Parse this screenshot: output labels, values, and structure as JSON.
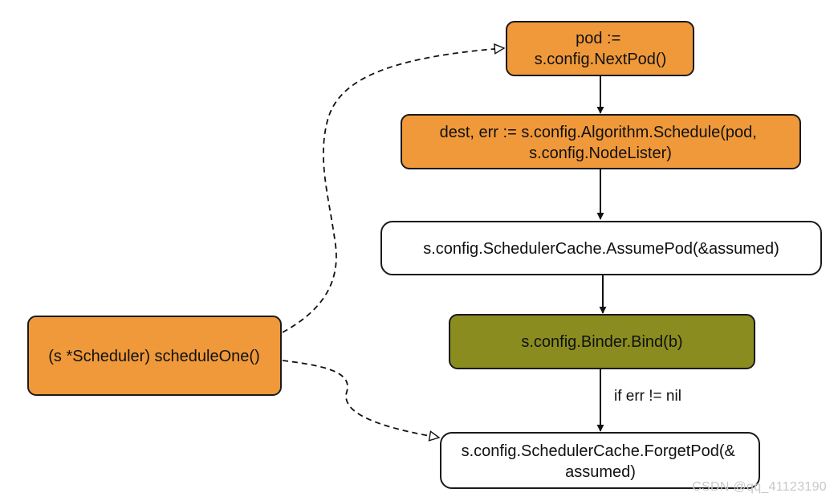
{
  "colors": {
    "orange": "#f0993a",
    "olive": "#8a8c1f",
    "white": "#ffffff",
    "stroke": "#1a1a1a",
    "watermark": "#c8c8c8"
  },
  "nodes": {
    "next_pod": {
      "lines": [
        "pod :=",
        "s.config.NextPod()"
      ]
    },
    "schedule": {
      "lines": [
        "dest, err := s.config.Algorithm.Schedule(pod,",
        "s.config.NodeLister)"
      ]
    },
    "assume_pod": {
      "lines": [
        "s.config.SchedulerCache.AssumePod(&assumed)"
      ]
    },
    "bind": {
      "lines": [
        "s.config.Binder.Bind(b)"
      ]
    },
    "forget_pod": {
      "lines": [
        "s.config.SchedulerCache.ForgetPod(&",
        "assumed)"
      ]
    },
    "schedule_one": {
      "lines": [
        "(s *Scheduler) scheduleOne()"
      ]
    }
  },
  "edges": {
    "if_err_label": "if err != nil"
  },
  "watermark": "CSDN @qq_41123190"
}
